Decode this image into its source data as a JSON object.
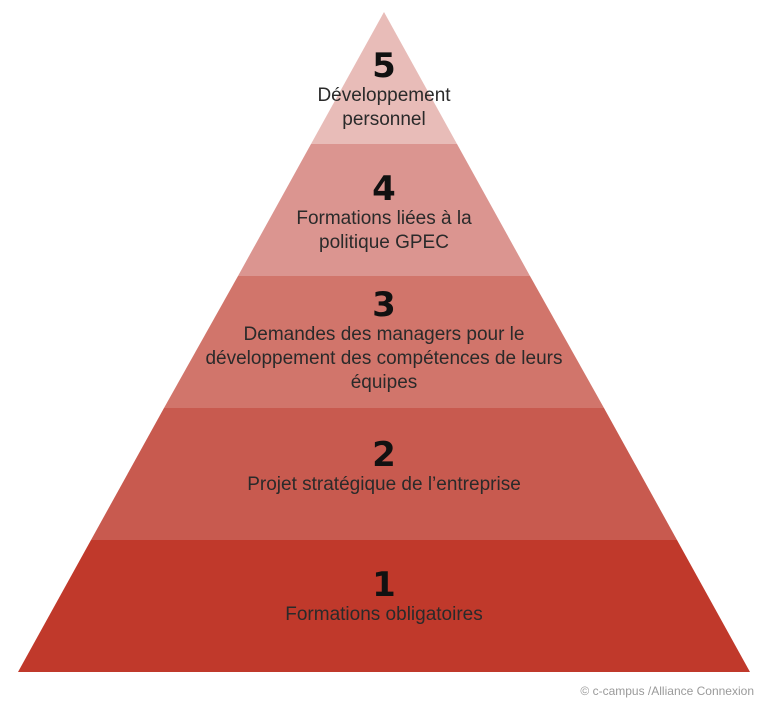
{
  "levels": [
    {
      "number": "1",
      "text": "Formations obligatoires",
      "color": "#c0392b"
    },
    {
      "number": "2",
      "text": "Projet stratégique de l’entreprise",
      "color": "#c85a4f"
    },
    {
      "number": "3",
      "text": "Demandes des managers pour le développement des compétences de leurs équipes",
      "color": "#d1756b"
    },
    {
      "number": "4",
      "text": "Formations liées à la politique GPEC",
      "color": "#db9590"
    },
    {
      "number": "5",
      "text": "Développement personnel",
      "color": "#e8bcb8"
    }
  ],
  "credit": "© c-campus /Alliance Connexion"
}
